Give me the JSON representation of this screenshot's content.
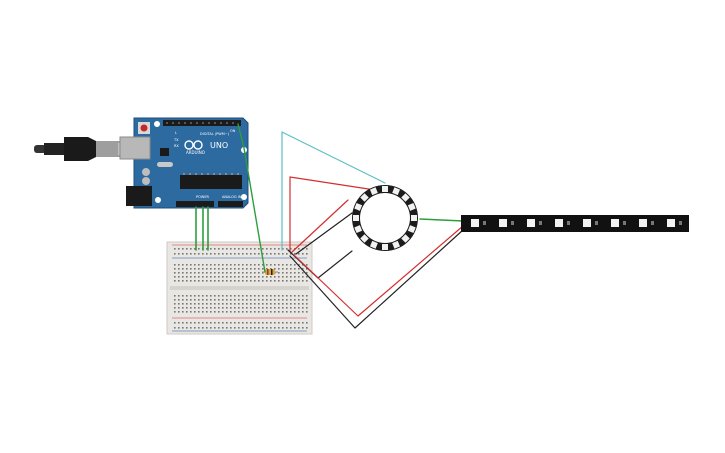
{
  "arduino": {
    "logo": "ARDUINO",
    "model": "UNO",
    "label_digital": "DIGITAL (PWM~)",
    "label_power": "POWER",
    "label_analog": "ANALOG IN",
    "label_tx": "TX",
    "label_rx": "RX",
    "label_l": "L",
    "label_on": "ON"
  },
  "colors": {
    "board": "#2c6aa0",
    "board_dark": "#1d4f7a",
    "wire_red": "#d32f2f",
    "wire_black": "#222222",
    "wire_green": "#2e9e3c",
    "wire_cyan": "#5bbfc6",
    "breadboard": "#e9e7e4",
    "strip": "#111111",
    "ring": "#1c1c1c"
  },
  "icons": {
    "usb_cable": "usb-cable-icon",
    "power_jack": "dc-jack-icon",
    "resistor": "resistor-icon",
    "led_ring": "neopixel-ring-icon",
    "led_strip": "neopixel-strip-icon"
  }
}
